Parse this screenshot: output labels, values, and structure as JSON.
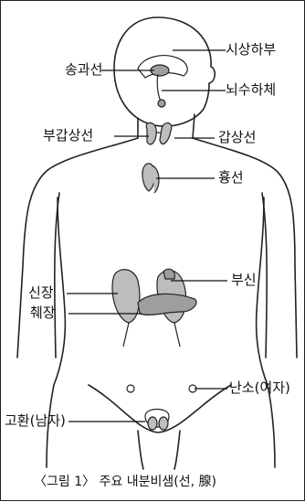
{
  "labels": {
    "hypothalamus": "시상하부",
    "pineal": "송과선",
    "pituitary": "뇌수하체",
    "parathyroid": "부갑상선",
    "thyroid": "갑상선",
    "thymus": "흉선",
    "kidney": "신장",
    "adrenal": "부신",
    "pancreas": "췌장",
    "ovary": "난소(여자)",
    "testis": "고환(남자)"
  },
  "caption": "〈그림 1〉 주요 내분비샘(선, 腺)",
  "colors": {
    "line": "#222222",
    "organ_fill": "#bdbdbd",
    "background": "#ffffff"
  }
}
